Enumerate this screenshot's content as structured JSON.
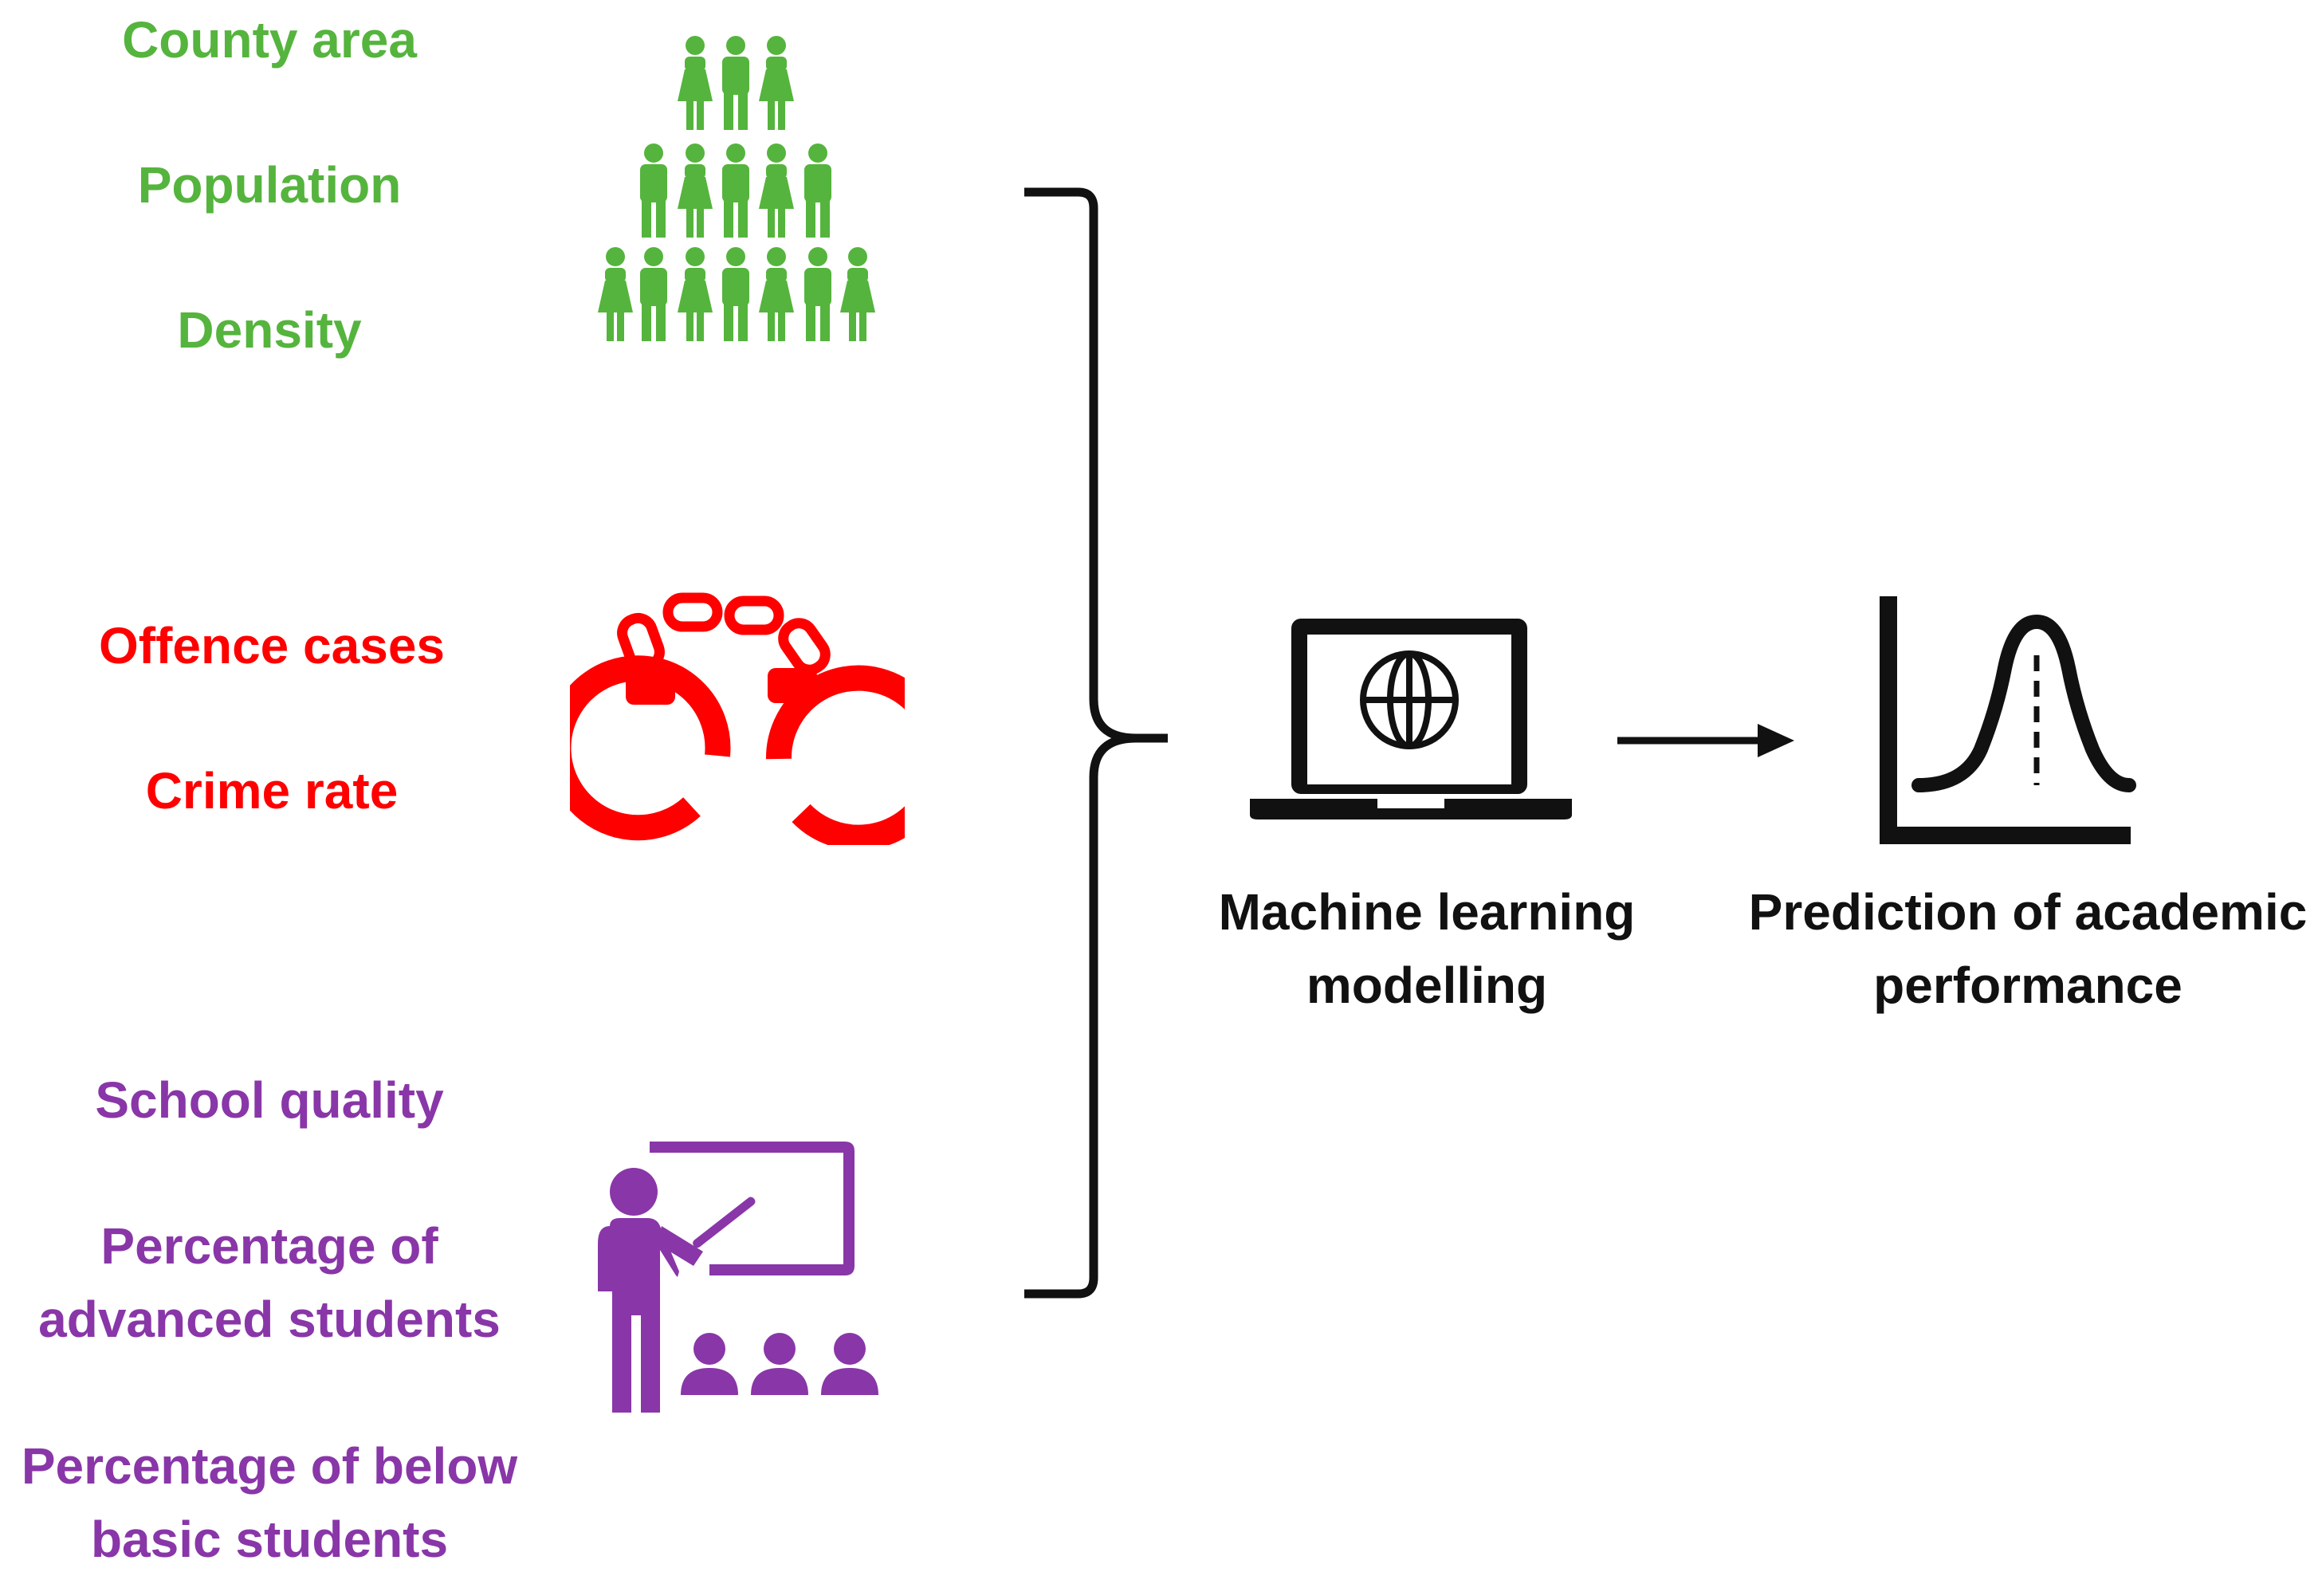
{
  "colors": {
    "population": "#55B43D",
    "crime": "#FF0000",
    "school": "#8936A8",
    "text": "#111111"
  },
  "groups": {
    "population": {
      "icon": "people-pyramid-icon",
      "labels": [
        "County area",
        "Population",
        "Density"
      ]
    },
    "crime": {
      "icon": "handcuffs-icon",
      "labels": [
        "Offence cases",
        "Crime rate"
      ]
    },
    "school": {
      "icon": "teacher-classroom-icon",
      "labels": {
        "quality": "School quality",
        "advanced": [
          "Percentage of",
          "advanced students"
        ],
        "below_basic": [
          "Percentage of below",
          "basic students"
        ]
      }
    }
  },
  "pipeline": {
    "model": {
      "icon": "laptop-globe-icon",
      "label_lines": [
        "Machine learning",
        "modelling"
      ]
    },
    "arrow_icon": "right-arrow-icon",
    "output": {
      "icon": "bell-curve-chart-icon",
      "label_lines": [
        "Prediction of academic",
        "performance"
      ]
    },
    "connector_icon": "right-curly-brace-icon"
  }
}
